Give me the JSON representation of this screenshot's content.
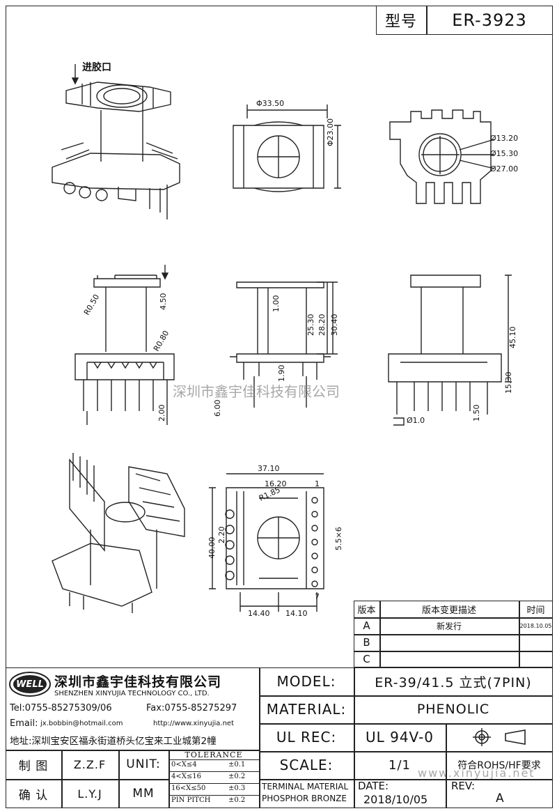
{
  "header": {
    "model_label": "型号",
    "model_value": "ER-3923"
  },
  "views": {
    "gate_label": "进胶口",
    "top_view": {
      "dim_width": "Φ33.50",
      "dim_height": "Φ23.00"
    },
    "end_view": {
      "d1": "Ø13.20",
      "d2": "Ø15.30",
      "d3": "Ø27.00"
    },
    "front_view": {
      "r1": "R0.50",
      "r2": "R0.80",
      "d1": "4.50",
      "d2": "2.00"
    },
    "side_view": {
      "d1": "1.00",
      "d2": "25.30",
      "d3": "28.20",
      "d4": "30.40",
      "d5": "1.90",
      "d6": "6.00"
    },
    "right_view": {
      "d1": "45.10",
      "d2": "15.30",
      "d3": "Ø1.0",
      "d4": "1.50"
    },
    "bottom_view": {
      "d1": "37.10",
      "d2": "16.20",
      "d3": "R1.85",
      "d4": "2.20",
      "d5": "40.00",
      "d6": "5.5×6",
      "d7": "14.40",
      "d8": "14.10",
      "pin1": "1",
      "pin7": "7"
    }
  },
  "watermark": {
    "text": "深圳市鑫宇佳科技有限公司",
    "url": "www.xinyujia.net"
  },
  "revision": {
    "col_version": "版本",
    "col_desc": "版本变更描述",
    "col_time": "时间",
    "rows": [
      {
        "version": "A",
        "desc": "新发行",
        "time": "2018.10.05"
      },
      {
        "version": "B",
        "desc": "",
        "time": ""
      },
      {
        "version": "C",
        "desc": "",
        "time": ""
      }
    ]
  },
  "company": {
    "logo": "WELL",
    "name_cn": "深圳市鑫宇佳科技有限公司",
    "name_en": "SHENZHEN XINYUJIA TECHNOLOGY CO., LTD.",
    "tel": "Tel:0755-85275309/06",
    "fax": "Fax:0755-85275297",
    "email_label": "Email:",
    "email": "jx.bobbin@hotmail.com",
    "web": "http://www.xinyujia.net",
    "address": "地址:深圳宝安区福永街道桥头亿宝来工业城第2幢"
  },
  "titleblock": {
    "model_label": "MODEL:",
    "model_value": "ER-39/41.5 立式(7PIN)",
    "material_label": "MATERIAL:",
    "material_value": "PHENOLIC",
    "ulrec_label": "UL REC:",
    "ulrec_value": "UL 94V-0",
    "scale_label": "SCALE:",
    "scale_value": "1/1",
    "rohs": "符合ROHS/HF要求",
    "date_label": "DATE:",
    "date_value": "2018/10/05",
    "rev_label": "REV:",
    "rev_value": "A",
    "terminal_material": "TERMINAL MATERIAL",
    "phosphor_bronze": "PHOSPHOR BRONZE"
  },
  "signoff": {
    "draw_label": "制 图",
    "draw_value": "Z.Z.F",
    "check_label": "确 认",
    "check_value": "L.Y.J",
    "unit_label": "UNIT:",
    "unit_value": "MM"
  },
  "tolerance": {
    "title": "TOLERANCE",
    "rows": [
      {
        "range": "0<X≤4",
        "value": "±0.1"
      },
      {
        "range": "4<X≤16",
        "value": "±0.2"
      },
      {
        "range": "16<X≤50",
        "value": "±0.3"
      },
      {
        "range": "PIN PITCH",
        "value": "±0.2"
      }
    ]
  }
}
